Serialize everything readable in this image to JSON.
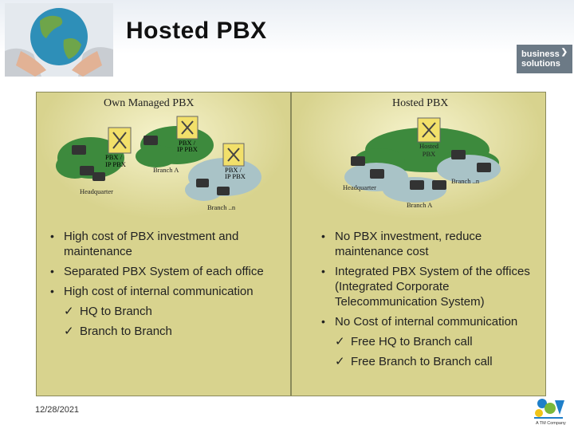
{
  "title": "Hosted PBX",
  "brand": {
    "line1": "business",
    "line2": "solutions"
  },
  "left": {
    "heading": "Own Managed PBX",
    "diagram_labels": {
      "hq_pbx": "PBX / IP PBX",
      "hq": "Headquarter",
      "branch_a_pbx": "PBX / IP PBX",
      "branch_a": "Branch A",
      "branch_n_pbx": "PBX / IP PBX",
      "branch_n": "Branch ..n"
    },
    "bullets": [
      "High cost of PBX investment and maintenance",
      "Separated PBX System of each office",
      "High cost of internal communication"
    ],
    "sub_bullets": [
      "HQ to Branch",
      "Branch to Branch"
    ]
  },
  "right": {
    "heading": "Hosted PBX",
    "diagram_labels": {
      "hosted_pbx": "Hosted PBX",
      "hq": "Headquarter",
      "branch_n": "Branch ..n",
      "branch_a": "Branch A"
    },
    "bullets": [
      "No PBX investment, reduce maintenance cost",
      "Integrated PBX System of the offices (Integrated Corporate Telecommunication System)",
      "No Cost of internal communication"
    ],
    "sub_bullets": [
      "Free HQ to Branch call",
      "Free Branch to Branch call"
    ]
  },
  "footer": {
    "date": "12/28/2021",
    "logo_caption": "A TM Company"
  },
  "colors": {
    "card": "#d8d38e",
    "cloud_green": "#3d8a3d",
    "cloud_blue": "#a9c3c7",
    "pbx_yellow": "#f2e06a"
  }
}
